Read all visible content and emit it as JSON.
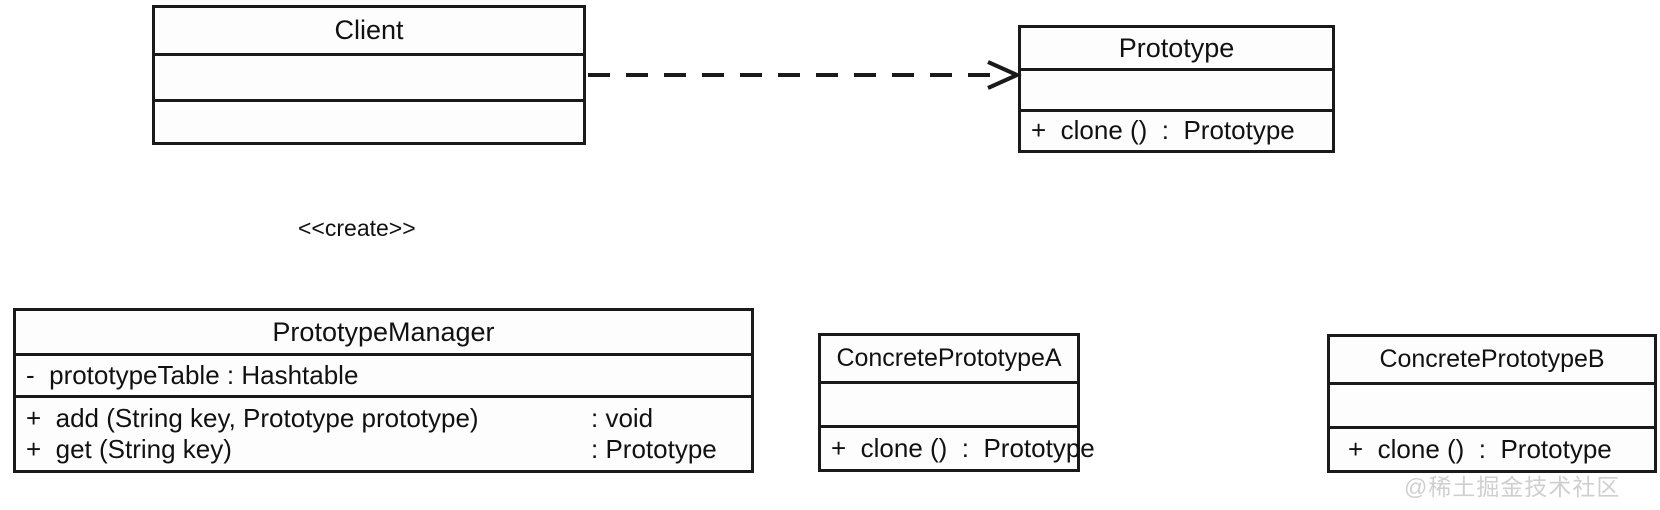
{
  "diagram": {
    "title": "Prototype Pattern Class Diagram",
    "type": "uml-class-diagram",
    "stroke_color": "#1a1a1a",
    "background_color": "#ffffff",
    "watermark_color": "#cfcfcf"
  },
  "classes": {
    "client": {
      "name": "Client",
      "attributes": [],
      "operations": []
    },
    "prototype": {
      "name": "Prototype",
      "attributes": [],
      "operations": [
        {
          "signature": "+  clone ()",
          "separator": " : ",
          "returns": "Prototype",
          "full": "+  clone ()  :  Prototype"
        }
      ]
    },
    "prototype_manager": {
      "name": "PrototypeManager",
      "attributes": [
        {
          "full": "-  prototypeTable : Hashtable"
        }
      ],
      "operations": [
        {
          "signature": "+  add (String key, Prototype prototype)",
          "separator": " : ",
          "returns": "void",
          "full": "+  add (String key, Prototype prototype) : void"
        },
        {
          "signature": "+  get (String key)",
          "separator": " : ",
          "returns": "Prototype",
          "full": "+  get (String key) : Prototype"
        }
      ]
    },
    "concrete_prototype_a": {
      "name": "ConcretePrototypeA",
      "attributes": [],
      "operations": [
        {
          "signature": "+  clone ()",
          "separator": " : ",
          "returns": "Prototype",
          "full": "+  clone ()  :  Prototype"
        }
      ]
    },
    "concrete_prototype_b": {
      "name": "ConcretePrototypeB",
      "attributes": [],
      "operations": [
        {
          "signature": "+  clone ()",
          "separator": " : ",
          "returns": "Prototype",
          "full": "+  clone ()  :  Prototype"
        }
      ]
    }
  },
  "relationships": {
    "client_uses_prototype": {
      "kind": "dependency",
      "style": "dashed-open-arrow",
      "from": "Client",
      "to": "Prototype",
      "label": ""
    },
    "client_creates_manager": {
      "kind": "dependency",
      "style": "dashed-open-arrow",
      "from": "Client",
      "to": "PrototypeManager",
      "label": "<<create>>"
    },
    "a_extends_prototype": {
      "kind": "generalization",
      "style": "solid-hollow-triangle",
      "from": "ConcretePrototypeA",
      "to": "Prototype",
      "label": ""
    },
    "b_extends_prototype": {
      "kind": "generalization",
      "style": "solid-hollow-triangle",
      "from": "ConcretePrototypeB",
      "to": "Prototype",
      "label": ""
    }
  },
  "watermark": {
    "text": "@稀土掘金技术社区"
  }
}
